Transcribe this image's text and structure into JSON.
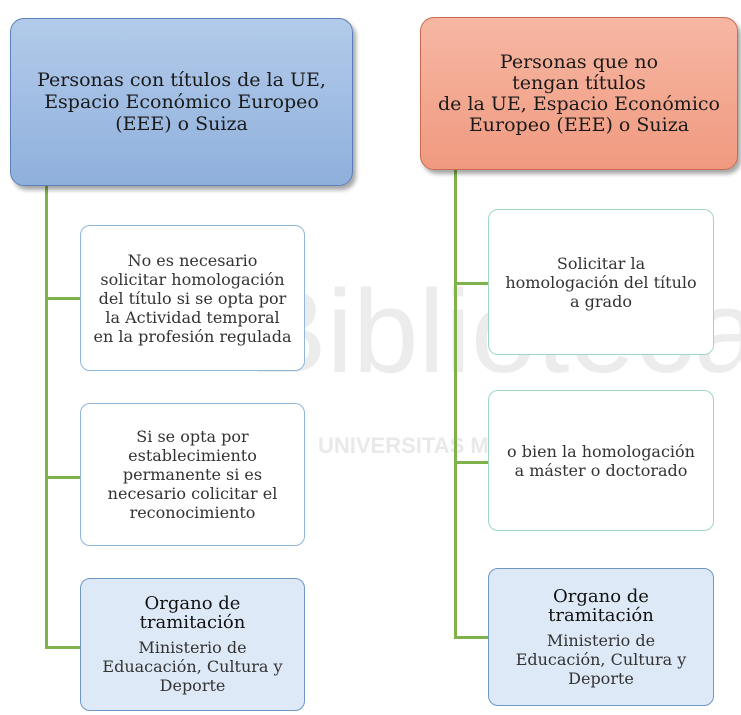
{
  "watermark": {
    "big": "Biblioteca",
    "small": "UNIVERSITAS Miguel Hernández",
    "color": "#e8e8e8"
  },
  "left_column": {
    "header": "Personas con títulos de la UE, Espacio Económico Europeo (EEE) o Suiza",
    "item_1": "No es necesario solicitar homologación del título si se opta por la Actividad temporal en la profesión regulada",
    "item_2": "Si se opta por establecimiento permanente si es necesario colicitar el reconocimiento",
    "organ_title": "Organo de tramitación",
    "organ_body": "Ministerio de Eduacación, Cultura y Deporte"
  },
  "right_column": {
    "header_line1": "Personas que no tengan títulos",
    "header_line2": "de la UE, Espacio Económico Europeo (EEE) o Suiza",
    "item_1": "Solicitar la homologación del título a grado",
    "item_2": "o bien la homologación a máster o doctorado",
    "organ_title": "Organo de tramitación",
    "organ_body": "Ministerio de Educación, Cultura y Deporte"
  },
  "colors": {
    "connector": "#7fb24a",
    "left_header": "#9ab9e2",
    "right_header": "#f4a78f"
  }
}
